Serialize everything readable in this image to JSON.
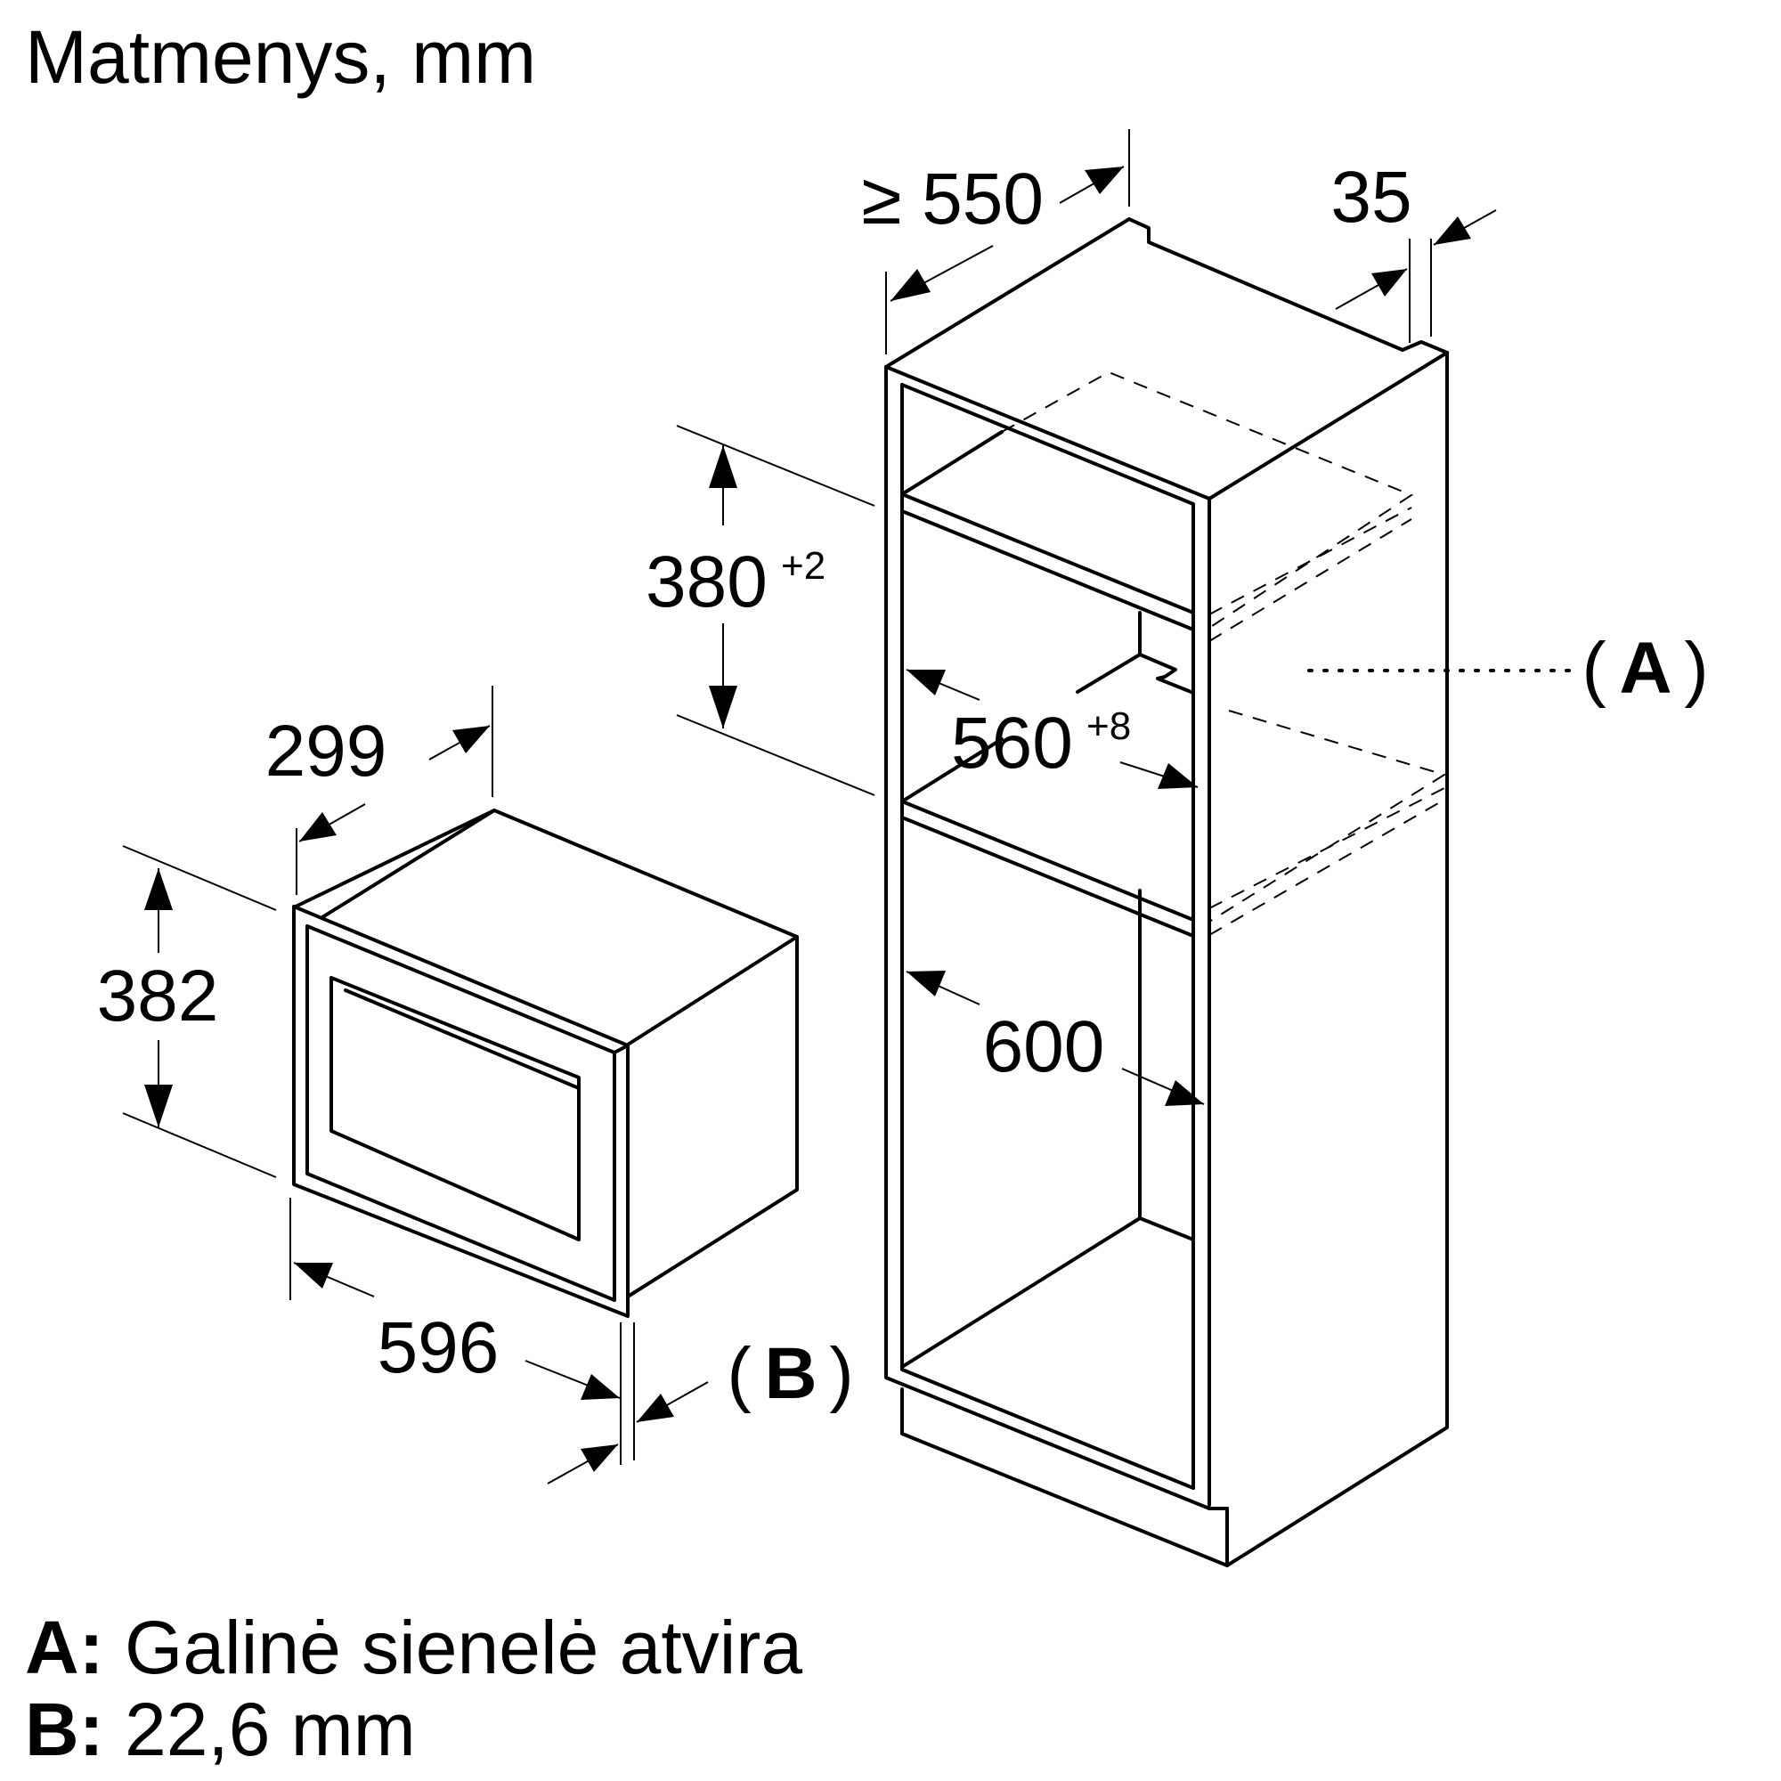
{
  "title": "Matmenys, mm",
  "dimensions": {
    "cabinet_depth": "≥ 550",
    "cabinet_top_offset": "35",
    "niche_height": "380",
    "niche_height_tol": "+2",
    "niche_width": "560",
    "niche_width_tol": "+8",
    "cabinet_width": "600",
    "appliance_depth": "299",
    "appliance_height": "382",
    "appliance_width": "596"
  },
  "callouts": {
    "a": "A",
    "b": "B"
  },
  "legend": [
    {
      "key": "A:",
      "text": "Galinė sienelė atvira"
    },
    {
      "key": "B:",
      "text": "22,6 mm"
    }
  ]
}
